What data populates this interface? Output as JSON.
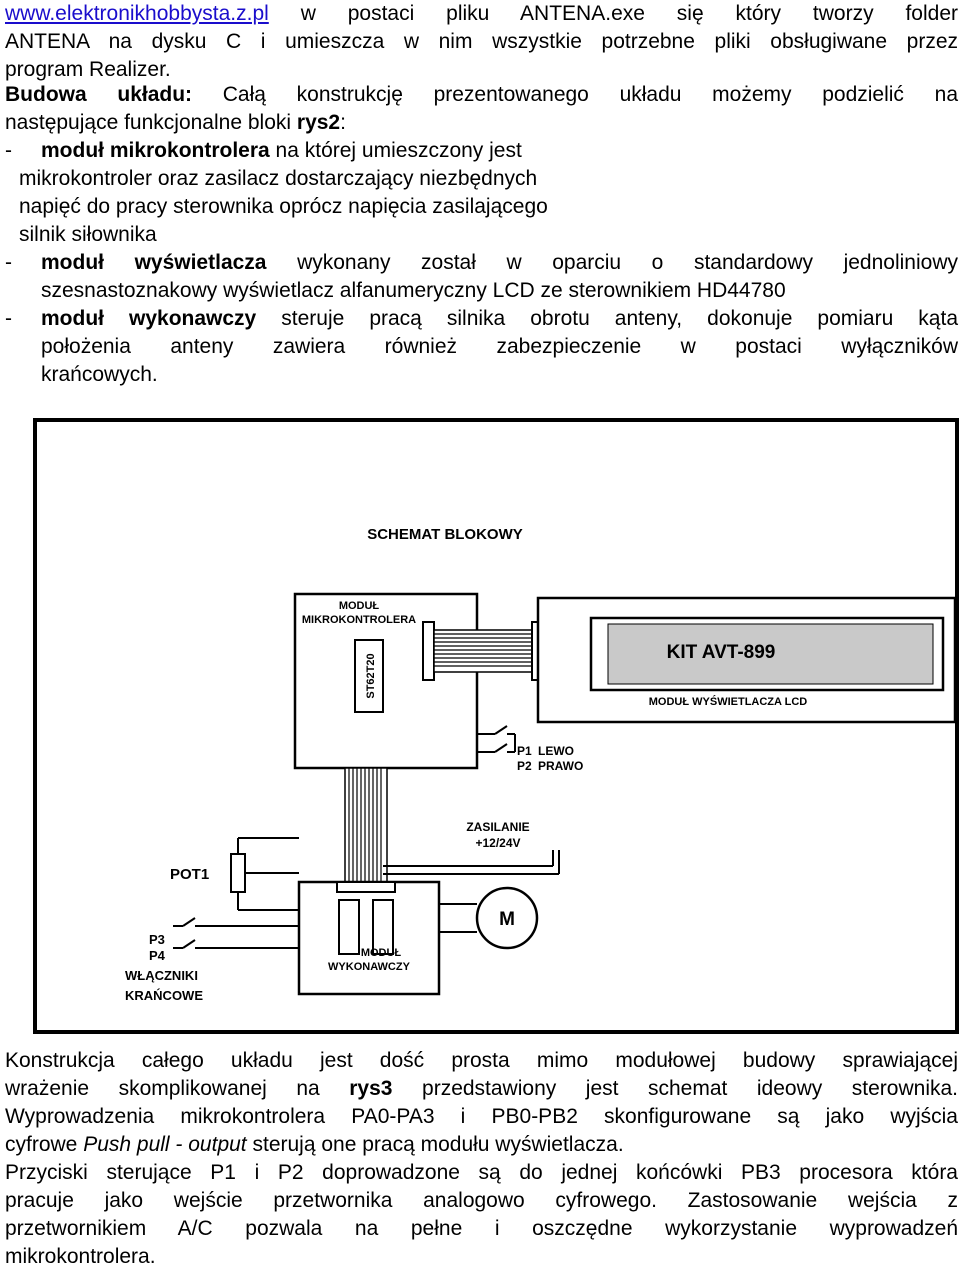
{
  "header": {
    "link": "www.elektronikhobbysta.z.pl",
    "line1_rest": "w postaci pliku ANTENA.exe się który tworzy folder",
    "line2": "ANTENA na dysku C i umieszcza w nim wszystkie potrzebne pliki obsługiwane przez",
    "line3": "program Realizer."
  },
  "budowa": {
    "heading": "Budowa układu:",
    "line1_rest": "Całą konstrukcję prezentowanego układu możemy podzielić na",
    "line2_pre": "następujące funkcjonalne bloki",
    "line2_ref": "rys2",
    "line2_post": ":",
    "items": [
      {
        "dash": "-",
        "bold": "moduł mikrokontrolera",
        "rest": "na której umieszczony jest",
        "cont": [
          "mikrokontroler oraz zasilacz dostarczający niezbędnych",
          "napięć do pracy sterownika oprócz napięcia zasilającego",
          "silnik siłownika"
        ]
      },
      {
        "dash": "-",
        "bold": "moduł wyświetlacza",
        "rest": "wykonany został w oparciu o standardowy jednoliniowy",
        "cont": [
          "szesnastoznakowy wyświetlacz alfanumeryczny LCD ze sterownikiem HD44780"
        ]
      },
      {
        "dash": "-",
        "bold": "moduł wykonawczy",
        "rest": "steruje pracą silnika obrotu anteny, dokonuje pomiaru kąta",
        "cont": [
          "położenia anteny zawiera również zabezpieczenie w postaci wyłączników",
          "krańcowych."
        ]
      }
    ]
  },
  "diagram": {
    "title": "SCHEMAT BLOKOWY",
    "mcu_label_1": "MODUŁ",
    "mcu_label_2": "MIKROKONTROLERA",
    "chip": "ST62T20",
    "lcd_text": "KIT AVT-899",
    "lcd_label": "MODUŁ WYŚWIETLACZA LCD",
    "p1": "P1",
    "p1_name": "LEWO",
    "p2": "P2",
    "p2_name": "PRAWO",
    "power_1": "ZASILANIE",
    "power_2": "+12/24V",
    "pot": "POT1",
    "p3": "P3",
    "p4": "P4",
    "switches_1": "WŁĄCZNIKI",
    "switches_2": "KRAŃCOWE",
    "exec_1": "MODUŁ",
    "exec_2": "WYKONAWCZY",
    "motor": "M"
  },
  "body": {
    "para1_l1": "Konstrukcja całego układu jest dość prosta mimo modułowej budowy sprawiającej",
    "para1_l2_pre": "wrażenie skomplikowanej na",
    "para1_l2_ref": "rys3",
    "para1_l2_post": "przedstawiony jest schemat ideowy sterownika.",
    "para1_l3": "Wyprowadzenia mikrokontrolera PA0-PA3 i PB0-PB2 skonfigurowane są jako wyjścia",
    "para1_l4_pre": "cyfrowe",
    "para1_l4_italic": "Push pull - output",
    "para1_l4_post": "sterują one pracą modułu wyświetlacza.",
    "para2_l1": "Przyciski sterujące P1 i P2 doprowadzone są do jednej końcówki PB3 procesora która",
    "para2_l2": "pracuje jako wejście przetwornika analogowo cyfrowego. Zastosowanie wejścia z",
    "para2_l3": "przetwornikiem A/C pozwala na pełne i oszczędne wykorzystanie wyprowadzeń",
    "para2_l4": "mikrokontrolera."
  }
}
